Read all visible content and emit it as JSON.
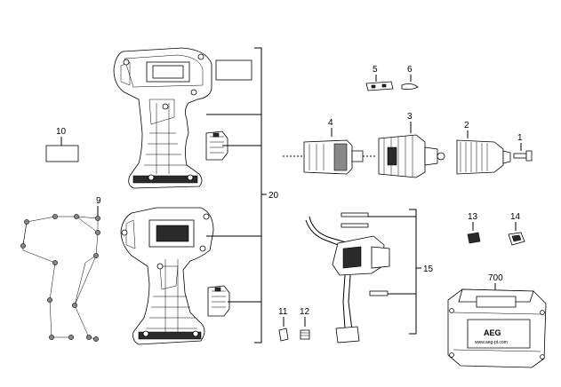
{
  "callouts": {
    "c1": "1",
    "c2": "2",
    "c3": "3",
    "c4": "4",
    "c5": "5",
    "c6": "6",
    "c9": "9",
    "c10": "10",
    "c11": "11",
    "c12": "12",
    "c13": "13",
    "c14": "14",
    "c15": "15",
    "c20": "20",
    "c700": "700"
  },
  "case_logo": "AEG",
  "case_url": "www.aeg-pt.com"
}
